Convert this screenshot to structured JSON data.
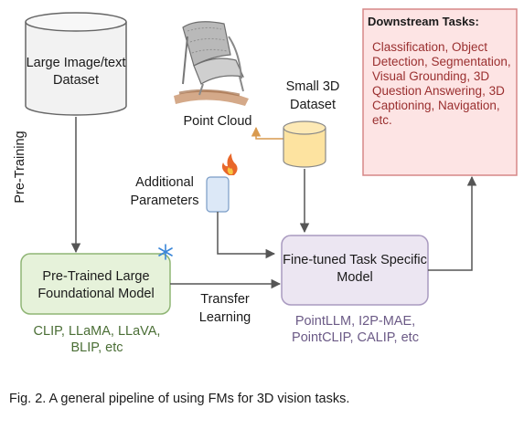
{
  "dataset": {
    "label": "Large Image/text Dataset"
  },
  "pretraining": {
    "label": "Pre-Training"
  },
  "point_cloud": {
    "label": "Point Cloud"
  },
  "small_dataset": {
    "label": "Small 3D Dataset"
  },
  "additional_params": {
    "label": "Additional Parameters"
  },
  "pretrained_model": {
    "label": "Pre-Trained Large Foundational Model",
    "examples": "CLIP, LLaMA, LLaVA, BLIP, etc"
  },
  "transfer": {
    "label": "Transfer Learning"
  },
  "finetuned_model": {
    "label": "Fine-tuned Task Specific Model",
    "examples": "PointLLM, I2P-MAE, PointCLIP, CALIP, etc"
  },
  "downstream": {
    "title": "Downstream Tasks:",
    "tasks": "Classification, Object Detection, Segmentation, Visual Grounding, 3D Question Answering, 3D Captioning, Navigation, etc."
  },
  "caption": "Fig. 2. A general pipeline of using FMs for 3D vision tasks.",
  "colors": {
    "dataset_fill": "#f2f2f2",
    "small_dataset_fill": "#fde3a0",
    "pretrained_fill": "#e6f2da",
    "pretrained_text": "#4a6e35",
    "finetuned_fill": "#ece6f2",
    "finetuned_text": "#6b5a86",
    "downstream_fill": "#fde4e4",
    "downstream_text": "#9a2f2f",
    "params_fill": "#dce8f7",
    "arrow": "#555555",
    "pointcloud_arrow": "#d99a4e"
  },
  "icons": [
    "database-icon",
    "point-cloud-chair-image",
    "flame-icon",
    "snowflake-icon"
  ]
}
